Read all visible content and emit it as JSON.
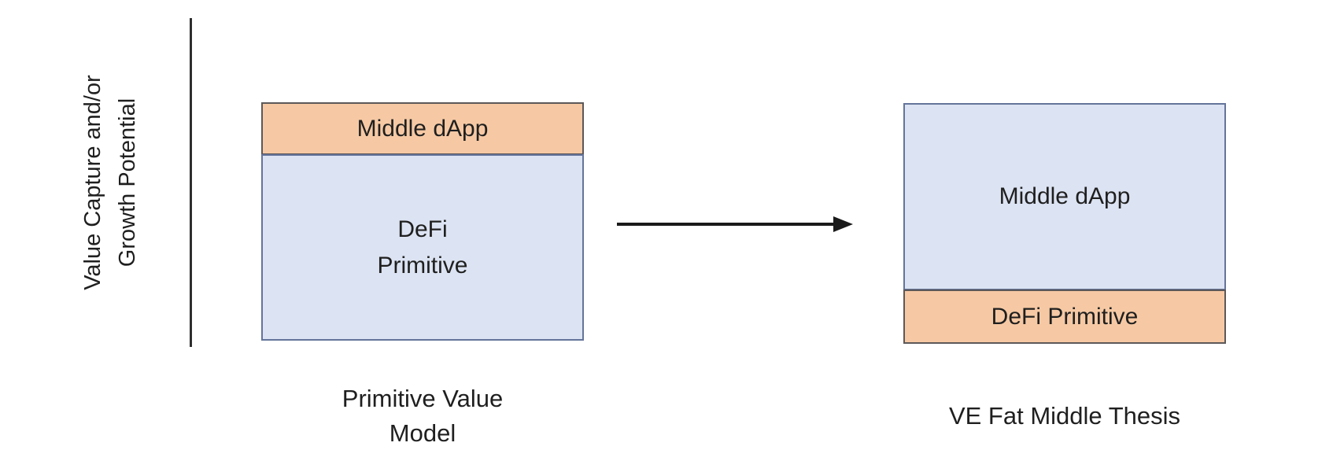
{
  "colors": {
    "background": "#ffffff",
    "text": "#1f1f1f",
    "axis": "#2e2e2e",
    "arrow": "#1a1a1a",
    "orange_fill": "#f6c9a4",
    "orange_border": "#5c5859",
    "blue_fill": "#dce3f2",
    "blue_border": "#64749a"
  },
  "axis": {
    "label_line1": "Value Capture and/or",
    "label_line2": "Growth Potential"
  },
  "left_stack": {
    "top_box": {
      "label": "Middle dApp"
    },
    "bottom_box": {
      "label_line1": "DeFi",
      "label_line2": "Primitive"
    },
    "caption_line1": "Primitive Value",
    "caption_line2": "Model"
  },
  "arrow": {
    "direction": "right"
  },
  "right_stack": {
    "top_box": {
      "label": "Middle dApp"
    },
    "bottom_box": {
      "label": "DeFi Primitive"
    },
    "caption": "VE Fat Middle Thesis"
  }
}
